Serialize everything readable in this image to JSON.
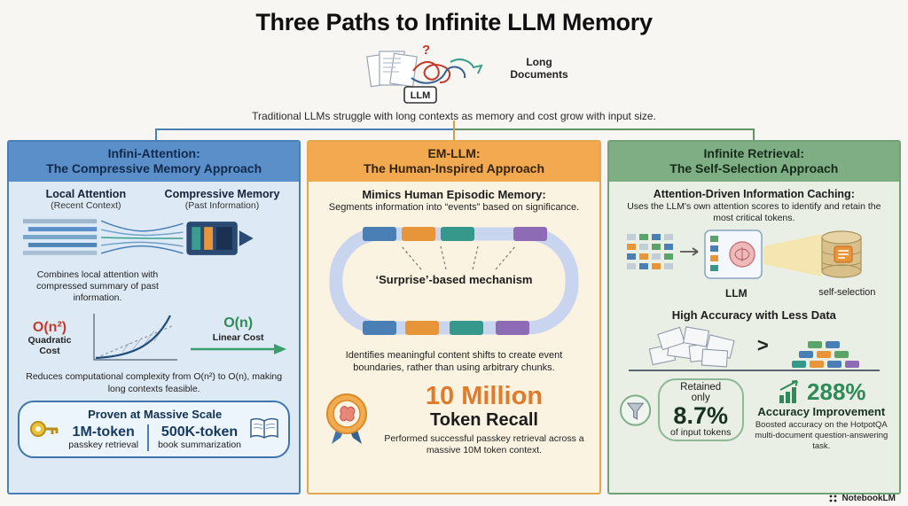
{
  "page": {
    "title": "Three Paths to Infinite LLM Memory",
    "question_mark": "?",
    "llm_label": "LLM",
    "long_documents_label": "Long Documents",
    "intro_caption": "Traditional LLMs struggle with long contexts as memory and cost grow with input size.",
    "watermark": "NotebookLM"
  },
  "columns": [
    {
      "title_line1": "Infini-Attention:",
      "title_line2": "The Compressive Memory Approach",
      "local_attention_title": "Local Attention",
      "local_attention_sub": "(Recent Context)",
      "compressive_memory_title": "Compressive Memory",
      "compressive_memory_sub": "(Past Information)",
      "combine_text": "Combines local attention with compressed summary of past information.",
      "quadratic_label": "O(n²)",
      "quadratic_sub": "Quadratic Cost",
      "linear_label": "O(n)",
      "linear_sub": "Linear Cost",
      "complexity_text": "Reduces computational complexity from O(n²) to O(n), making long contexts feasible.",
      "proven_title": "Proven at Massive Scale",
      "stat1_value": "1M-token",
      "stat1_label": "passkey retrieval",
      "stat2_value": "500K-token",
      "stat2_label": "book summarization"
    },
    {
      "title_line1": "EM-LLM:",
      "title_line2": "The Human-Inspired Approach",
      "mimics_title": "Mimics Human Episodic Memory:",
      "mimics_sub": "Segments information into “events” based on significance.",
      "surprise_label": "‘Surprise’-based mechanism",
      "boundaries_text": "Identifies meaningful content shifts to create event boundaries, rather than using arbitrary chunks.",
      "stat_value": "10 Million",
      "stat_label": "Token Recall",
      "stat_sub": "Performed successful passkey retrieval across a massive 10M token context."
    },
    {
      "title_line1": "Infinite Retrieval:",
      "title_line2": "The Self-Selection Approach",
      "caching_title": "Attention-Driven Information Caching:",
      "caching_sub": "Uses the LLM's own attention scores to identify and retain the most critical tokens.",
      "llm_label": "LLM",
      "self_selection_label": "self-selection",
      "accuracy_title": "High Accuracy with Less Data",
      "comparison_symbol": ">",
      "retained_prefix": "Retained only",
      "retained_value": "8.7%",
      "retained_suffix": "of input tokens",
      "improvement_value": "288%",
      "improvement_label": "Accuracy Improvement",
      "improvement_sub": "Boosted accuracy on the HotpotQA multi-document question-answering task."
    }
  ],
  "colors": {
    "blue_accent": "#4a7fb5",
    "orange_accent": "#e8953a",
    "green_accent": "#5f9468",
    "red_accent": "#c23b2e"
  }
}
